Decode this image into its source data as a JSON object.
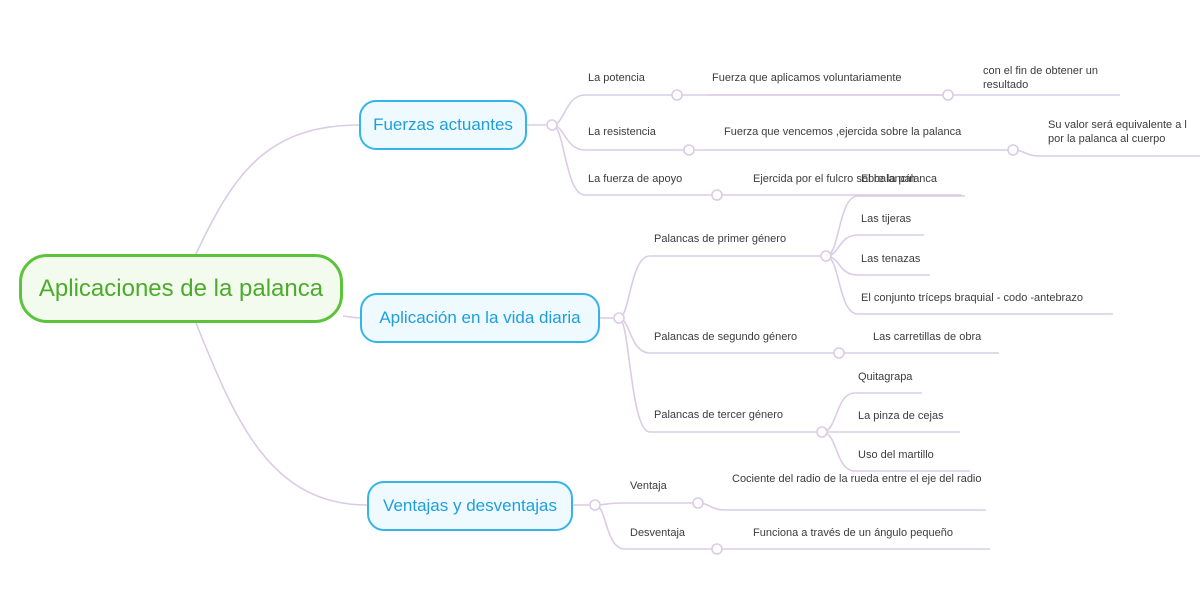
{
  "root": {
    "label": "Aplicaciones de la palanca"
  },
  "branches": [
    {
      "label": "Fuerzas actuantes",
      "children": [
        {
          "label": "La potencia",
          "children": [
            {
              "label": "Fuerza que aplicamos voluntariamente",
              "children": [
                {
                  "label": "con el fin de obtener un resultado"
                }
              ]
            }
          ]
        },
        {
          "label": "La resistencia",
          "children": [
            {
              "label": "Fuerza que vencemos ,ejercida sobre la palanca",
              "children": [
                {
                  "label": "Su valor será equivalente a l por la palanca al cuerpo"
                }
              ]
            }
          ]
        },
        {
          "label": "La fuerza de apoyo",
          "children": [
            {
              "label": "Ejercida por el fulcro sobre la palanca"
            }
          ]
        }
      ]
    },
    {
      "label": "Aplicación en la vida diaria",
      "children": [
        {
          "label": "Palancas de primer género",
          "children": [
            {
              "label": "El balancín"
            },
            {
              "label": "Las tijeras"
            },
            {
              "label": "Las tenazas"
            },
            {
              "label": "El conjunto tríceps braquial - codo -antebrazo"
            }
          ]
        },
        {
          "label": "Palancas de segundo género",
          "children": [
            {
              "label": "Las carretillas de obra"
            }
          ]
        },
        {
          "label": "Palancas de tercer género",
          "children": [
            {
              "label": "Quitagrapa"
            },
            {
              "label": "La pinza de cejas"
            },
            {
              "label": "Uso del martillo"
            }
          ]
        }
      ]
    },
    {
      "label": "Ventajas y desventajas",
      "children": [
        {
          "label": "Ventaja",
          "children": [
            {
              "label": "Cociente del radio de la rueda entre el eje del radio"
            }
          ]
        },
        {
          "label": "Desventaja",
          "children": [
            {
              "label": "Funciona a través de un ángulo pequeño"
            }
          ]
        }
      ]
    }
  ],
  "colors": {
    "root_border": "#5cc43a",
    "root_text": "#4dab2c",
    "main_border": "#35b4ea",
    "main_text": "#1e9fdc",
    "connector": "#dccbe6"
  }
}
